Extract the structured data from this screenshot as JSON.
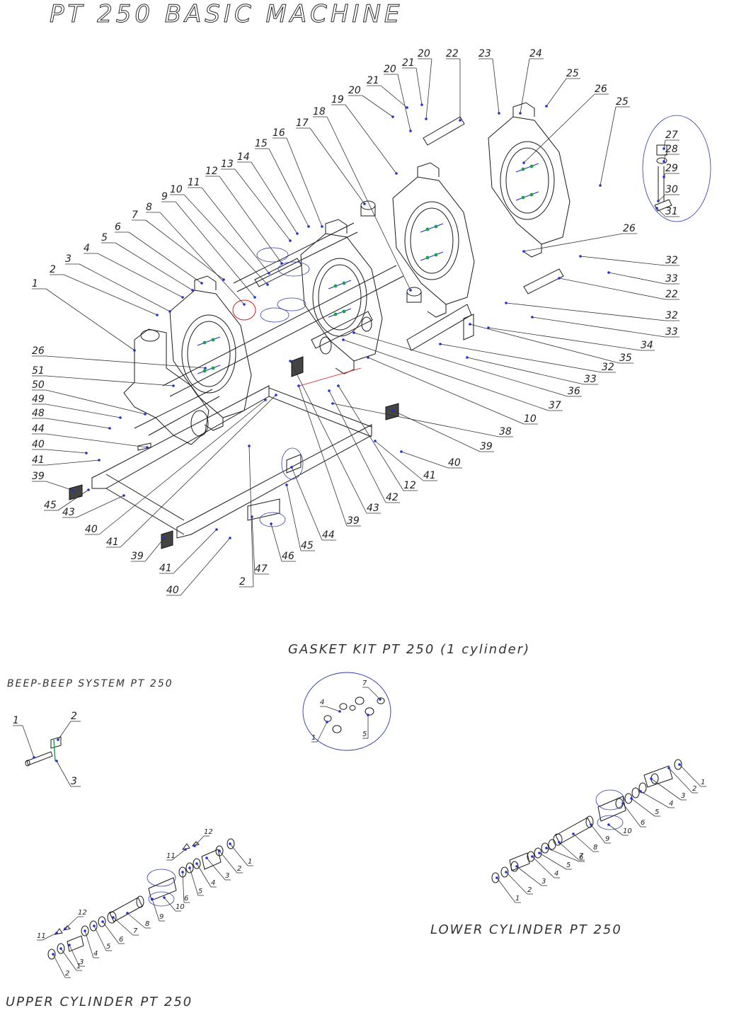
{
  "titles": {
    "main": "PT 250 BASIC MACHINE",
    "gasket": "GASKET KIT PT 250 (1 cylinder)",
    "beep": "BEEP-BEEP SYSTEM PT 250",
    "lower": "LOWER CYLINDER PT 250",
    "upper": "UPPER CYLINDER PT 250"
  },
  "colors": {
    "line": "#1a1a1a",
    "leader": "#1f2fd6",
    "highlight_ring": "#2c3aa8",
    "red_ring": "#d42020",
    "green_marker": "#17a34a"
  },
  "main_callouts": {
    "top": [
      "1",
      "2",
      "3",
      "4",
      "5",
      "6",
      "7",
      "8",
      "9",
      "10",
      "11",
      "12",
      "13",
      "14",
      "15",
      "16",
      "17",
      "18",
      "19",
      "20",
      "20",
      "20",
      "21",
      "21",
      "22",
      "23",
      "24",
      "25"
    ],
    "right": [
      "25",
      "26",
      "27",
      "28",
      "29",
      "30",
      "31",
      "26",
      "32",
      "33",
      "22",
      "32",
      "33",
      "34",
      "35",
      "32",
      "33",
      "36",
      "37",
      "10",
      "38",
      "39",
      "40",
      "41",
      "12",
      "42",
      "43",
      "39",
      "44",
      "45",
      "46",
      "47",
      "2"
    ],
    "left": [
      "26",
      "51",
      "50",
      "49",
      "48",
      "44",
      "40",
      "41",
      "39",
      "45",
      "43",
      "40",
      "41",
      "39",
      "41",
      "40"
    ]
  },
  "gasket_callouts": [
    "7",
    "4",
    "5",
    "1"
  ],
  "beep_callouts": [
    "1",
    "2",
    "3"
  ],
  "lower_callouts": [
    "1",
    "2",
    "3",
    "4",
    "5",
    "6",
    "10",
    "9",
    "8",
    "7",
    "6",
    "5",
    "4",
    "3",
    "2",
    "1"
  ],
  "upper_callouts": [
    "12",
    "11",
    "1",
    "2",
    "3",
    "4",
    "5",
    "6",
    "10",
    "9",
    "8",
    "7",
    "6",
    "5",
    "4",
    "3",
    "2",
    "1",
    "12",
    "11"
  ]
}
